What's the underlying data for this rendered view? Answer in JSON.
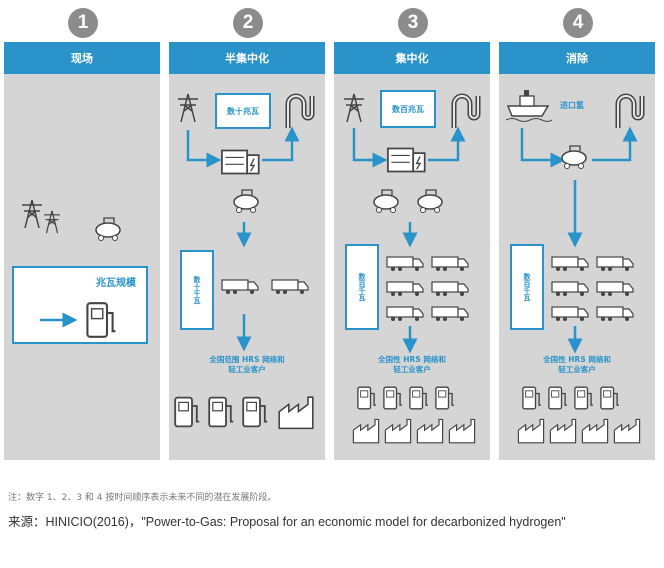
{
  "stages": [
    {
      "number": "1",
      "title": "现场"
    },
    {
      "number": "2",
      "title": "半集中化"
    },
    {
      "number": "3",
      "title": "集中化"
    },
    {
      "number": "4",
      "title": "消除"
    }
  ],
  "labels": {
    "s1_box": "兆瓦规模",
    "s2_top_box": "数十兆瓦",
    "s2_side_box": "数十千瓦",
    "s2_caption_line1": "全国范围 HRS 网络和",
    "s2_caption_line2": "轻工业客户",
    "s3_top_box": "数百兆瓦",
    "s3_side_box": "数百千瓦",
    "s3_caption_line1": "全国性 HRS 网络和",
    "s3_caption_line2": "轻工业客户",
    "s4_top_label": "进口氢",
    "s4_side_box": "数百千瓦",
    "s4_caption_line1": "全国性 HRS 网络和",
    "s4_caption_line2": "轻工业客户"
  },
  "footer": {
    "note": "注：数字 1、2、3 和 4 按时间顺序表示未来不同的潜在发展阶段。",
    "source": "来源：HINICIO(2016)，\"Power-to-Gas: Proposal for an economic model for decarbonized hydrogen\""
  },
  "colors": {
    "accent": "#2a93c9",
    "panel": "#d5d5d5",
    "circle": "#8c8c8c"
  }
}
